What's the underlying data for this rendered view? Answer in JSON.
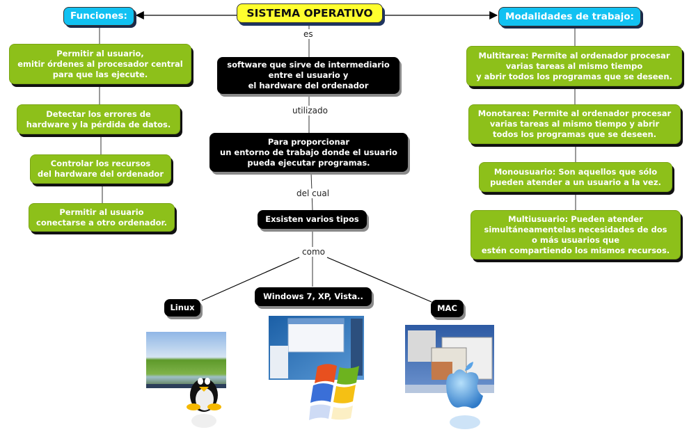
{
  "root": {
    "label": "SISTEMA OPERATIVO"
  },
  "left_header": {
    "label": "Funciones:"
  },
  "right_header": {
    "label": "Modalidades de trabajo:"
  },
  "functions": [
    {
      "label": "Permitir al usuario,\nemitir órdenes al procesador central\npara que las ejecute."
    },
    {
      "label": "Detectar los errores de\nhardware y la pérdida de datos."
    },
    {
      "label": "Controlar los recursos\ndel hardware del ordenador"
    },
    {
      "label": "Permitir al usuario\nconectarse a otro ordenador."
    }
  ],
  "modalities": [
    {
      "label": "Multitarea: Permite al ordenador procesar\nvarias tareas al mismo tiempo\ny abrir todos los programas que se deseen."
    },
    {
      "label": "Monotarea: Permite al ordenador procesar\nvarias tareas al mismo tiempo y abrir\ntodos los programas que se deseen."
    },
    {
      "label": "Monousuario: Son aquellos que sólo\npueden atender a un usuario a la vez."
    },
    {
      "label": "Multiusuario: Pueden atender\nsimultáneamentelas necesidades de dos\no más usuarios que\nestén compartiendo los mismos recursos."
    }
  ],
  "center": {
    "link_es": "es",
    "definition": "software que sirve de intermediario\nentre el usuario y\nel hardware del ordenador",
    "link_utilizado": "utilizado",
    "purpose": "Para proporcionar\nun entorno de trabajo donde el usuario\npueda ejecutar programas.",
    "link_del_cual": "del cual",
    "types": "Exsisten varios tipos",
    "link_como": "como"
  },
  "os_types": [
    {
      "label": "Linux",
      "image": "linux-desktop-with-tux"
    },
    {
      "label": "Windows 7, XP, Vista..",
      "image": "windows-desktop-with-logo"
    },
    {
      "label": "MAC",
      "image": "mac-desktop-with-apple"
    }
  ],
  "colors": {
    "root": "#ffff2e",
    "header": "#11c1f2",
    "green_node": "#8dc01a",
    "black_node": "#000000"
  }
}
